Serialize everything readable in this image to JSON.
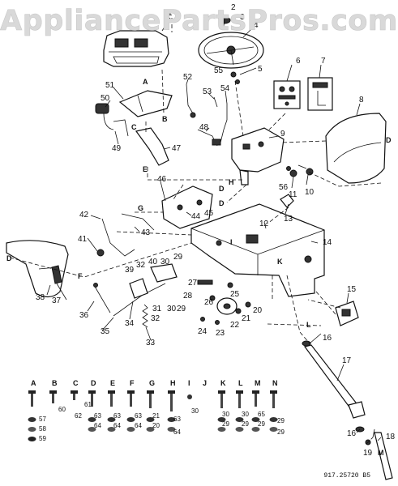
{
  "watermark": "AppliancePartsPros.com",
  "diagram_code": "917.25720  B5",
  "callouts": {
    "c1": "1",
    "c2": "2",
    "c3": "3",
    "c4": "4",
    "c5": "5",
    "c6": "6",
    "c7": "7",
    "c8": "8",
    "c9": "9",
    "c10": "10",
    "c11": "11",
    "c12": "12",
    "c13": "13",
    "c14": "14",
    "c15": "15",
    "c16a": "16",
    "c16b": "16",
    "c17": "17",
    "c18": "18",
    "c19": "19",
    "c20": "20",
    "c21": "21",
    "c22": "22",
    "c23": "23",
    "c24": "24",
    "c25": "25",
    "c26": "26",
    "c27": "27",
    "c28": "28",
    "c29a": "29",
    "c29b": "29",
    "c30a": "30",
    "c30b": "30",
    "c31": "31",
    "c32a": "32",
    "c32b": "32",
    "c33": "33",
    "c34": "34",
    "c35": "35",
    "c36": "36",
    "c37": "37",
    "c38": "38",
    "c39": "39",
    "c40": "40",
    "c41": "41",
    "c42": "42",
    "c43": "43",
    "c44": "44",
    "c45": "45",
    "c46": "46",
    "c47": "47",
    "c48": "48",
    "c49": "49",
    "c50": "50",
    "c51": "51",
    "c52": "52",
    "c53": "53",
    "c54": "54",
    "c55": "55",
    "c56": "56"
  },
  "refs": {
    "A": "A",
    "B": "B",
    "C": "C",
    "D1": "D",
    "D2": "D",
    "D3": "D",
    "D4": "D",
    "E": "E",
    "F": "F",
    "G": "G",
    "H": "H",
    "I": "I",
    "K": "K",
    "L": "L",
    "M": "M"
  },
  "hardware": {
    "headers": [
      "A",
      "B",
      "C",
      "D",
      "E",
      "F",
      "G",
      "H",
      "I",
      "J",
      "K",
      "L",
      "M",
      "N"
    ],
    "labels": {
      "h57": "57",
      "h58": "58",
      "h59": "59",
      "h60": "60",
      "h61": "61",
      "h62": "62",
      "h63a": "63",
      "h64a": "64",
      "h63b": "63",
      "h64b": "64",
      "h63c": "63",
      "h64c": "64",
      "h21": "21",
      "h20": "20",
      "h63d": "63",
      "h64d": "64",
      "h30a": "30",
      "h30b": "30",
      "h29a": "29",
      "h30c": "30",
      "h29b": "29",
      "h65": "65",
      "h29c": "29",
      "h29d": "29",
      "h29e": "29"
    }
  }
}
